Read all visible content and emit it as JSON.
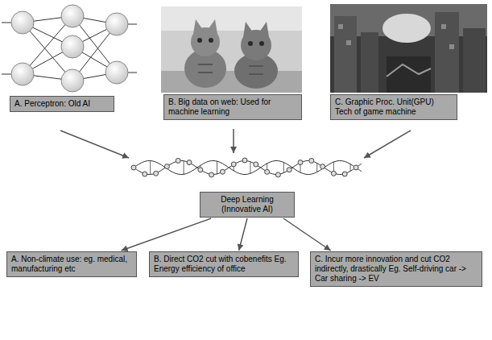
{
  "diagram": {
    "nodes": [
      {
        "text": [
          "A. Perceptron: Old AI"
        ]
      },
      {
        "text": [
          "B. Big data on web: Used for machine learning"
        ]
      },
      {
        "text": [
          "C. Graphic Proc. Unit(GPU) Tech of game machine"
        ]
      },
      {
        "text": [
          "Deep Learning (Innovative AI)"
        ]
      },
      {
        "text": [
          "A. Non-climate use: eg. medical, manufacturing etc"
        ]
      },
      {
        "text": [
          "B. Direct CO2 cut with cobenefits Eg. Energy efficiency of office"
        ]
      },
      {
        "text": [
          "C. Incur more innovation and cut CO2 indirectly, drastically Eg. Self-driving car -> Car sharing -> EV"
        ]
      }
    ],
    "edges": [
      {
        "from": 3,
        "to": 4,
        "arrow": "to"
      },
      {
        "from": 3,
        "to": 5,
        "arrow": "to"
      },
      {
        "from": 3,
        "to": 6,
        "arrow": "to"
      }
    ]
  }
}
